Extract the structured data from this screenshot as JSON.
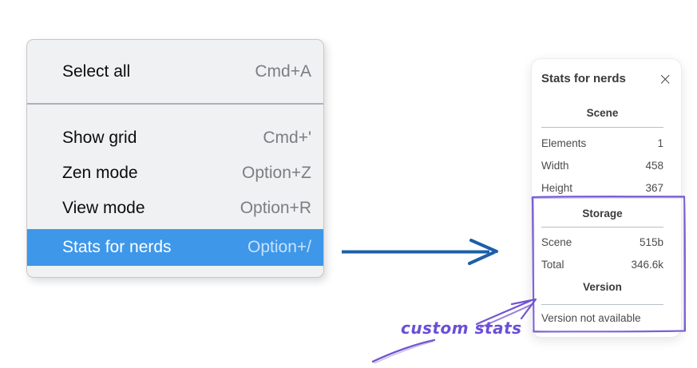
{
  "context_menu": {
    "items": [
      {
        "label": "Select all",
        "shortcut": "Cmd+A"
      },
      {
        "label": "Show grid",
        "shortcut": "Cmd+'"
      },
      {
        "label": "Zen mode",
        "shortcut": "Option+Z"
      },
      {
        "label": "View mode",
        "shortcut": "Option+R"
      },
      {
        "label": "Stats for nerds",
        "shortcut": "Option+/"
      }
    ],
    "highlighted_item": "Stats for nerds",
    "highlight_color": "#3e97e9"
  },
  "stats_panel": {
    "title": "Stats for nerds",
    "close_icon": "×",
    "sections": [
      {
        "heading": "Scene",
        "rows": [
          {
            "label": "Elements",
            "value": "1"
          },
          {
            "label": "Width",
            "value": "458"
          },
          {
            "label": "Height",
            "value": "367"
          }
        ]
      },
      {
        "heading": "Storage",
        "rows": [
          {
            "label": "Scene",
            "value": "515b"
          },
          {
            "label": "Total",
            "value": "346.6k"
          }
        ]
      },
      {
        "heading": "Version",
        "note": "Version not available"
      }
    ]
  },
  "annotation": {
    "label": "custom stats",
    "color": "#6b4fd6"
  },
  "flow_arrow_color": "#1d5fa8"
}
